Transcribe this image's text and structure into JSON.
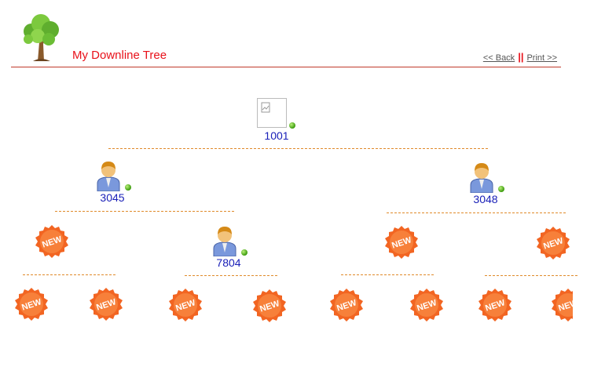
{
  "header": {
    "title": "My Downline Tree",
    "back_label": "<< Back",
    "separator": "||",
    "print_label": "Print >>"
  },
  "colors": {
    "title": "#e8111a",
    "member_id": "#1a20b8",
    "connector": "#e08a2a",
    "status_dot": "#3a9a0c",
    "new_badge": "#f26522"
  },
  "tree": {
    "root": {
      "id": "1001",
      "icon": "broken-image-icon"
    },
    "level1_left": {
      "id": "3045",
      "icon": "member-person-icon"
    },
    "level1_right": {
      "id": "3048",
      "icon": "member-person-icon"
    },
    "level2_member": {
      "id": "7804",
      "icon": "member-person-icon"
    },
    "new_badge_text": "NEW"
  }
}
